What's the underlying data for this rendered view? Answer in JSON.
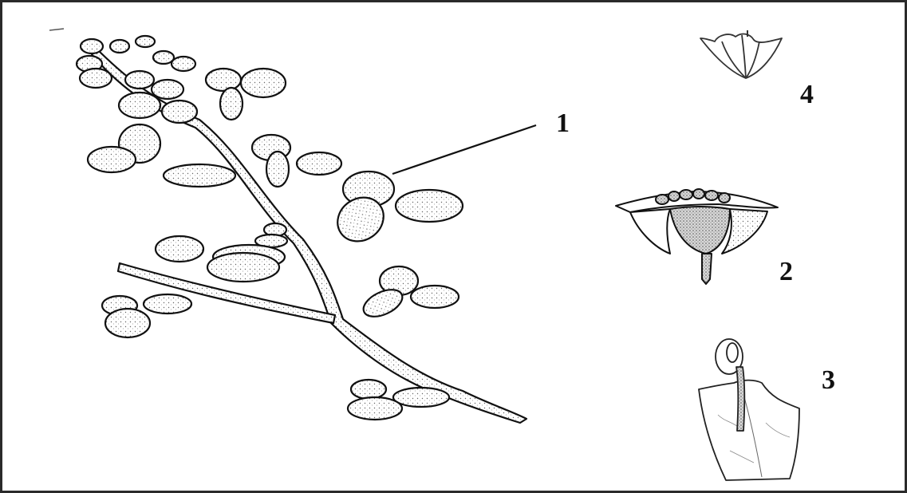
{
  "labels": {
    "inflorescence": "1",
    "flower": "2",
    "stamen_petal": "3",
    "calyx": "4"
  },
  "colors": {
    "ink": "#111111",
    "stipple": "#555555",
    "background": "#ffffff",
    "frame": "#2a2a2a"
  }
}
